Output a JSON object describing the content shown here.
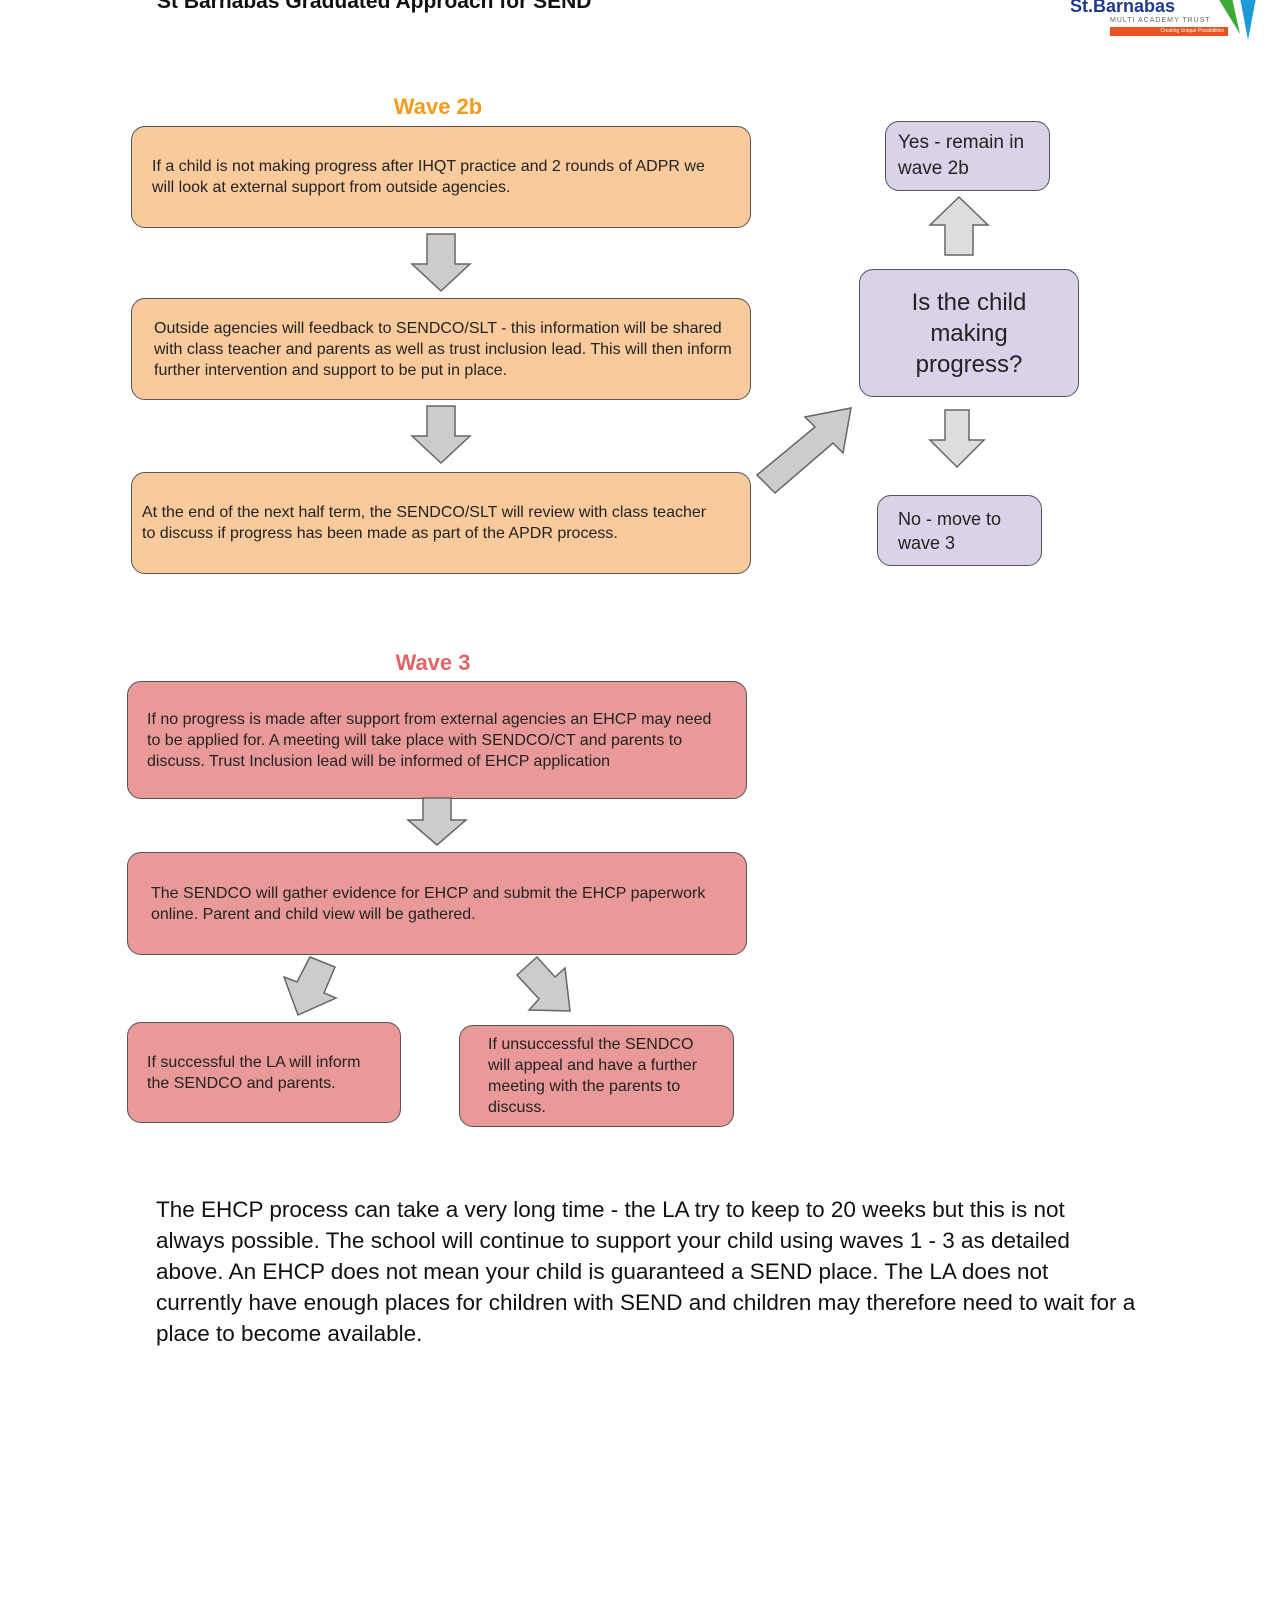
{
  "header": {
    "title": "St Barnabas Graduated Approach for SEND",
    "logo": {
      "name": "St.Barnabas",
      "subtitle": "MULTI ACADEMY TRUST",
      "tagline": "Creating Unique Possibilities"
    }
  },
  "wave2b": {
    "label": "Wave 2b",
    "color": "#f59b1b",
    "steps": [
      "If a child is not making progress after IHQT practice and 2 rounds of ADPR we will look at external support from outside agencies.",
      "Outside agencies will feedback to SENDCO/SLT - this information will be shared with class teacher and parents as well as trust inclusion lead. This will then inform further intervention and support to be put in place.",
      "At the end of the next half term, the SENDCO/SLT will review with class teacher to discuss if progress has been made as part of the APDR process."
    ],
    "decision": {
      "question": "Is the child making progress?",
      "yes": "Yes - remain in wave 2b",
      "no": "No - move to wave 3"
    }
  },
  "wave3": {
    "label": "Wave 3",
    "color": "#e06666",
    "steps": [
      "If no progress is made after support from external agencies an EHCP may need to be applied for. A meeting will take place with SENDCO/CT and parents to discuss. Trust Inclusion lead will be informed of EHCP application",
      "The SENDCO will gather evidence for EHCP and submit the EHCP paperwork online. Parent and child view will be gathered."
    ],
    "outcomes": {
      "successful": "If successful the LA will inform the SENDCO and parents.",
      "unsuccessful": "If unsuccessful the SENDCO will appeal and have a further meeting with the parents to discuss."
    }
  },
  "note": "The EHCP process can take a very long time - the LA try to keep to 20 weeks but this is not always possible. The school will continue to support your child using waves 1 - 3 as detailed above. An EHCP does not mean your child is guaranteed a SEND place. The LA does not currently have enough places for children with SEND and children may therefore need to wait for a place to become available."
}
